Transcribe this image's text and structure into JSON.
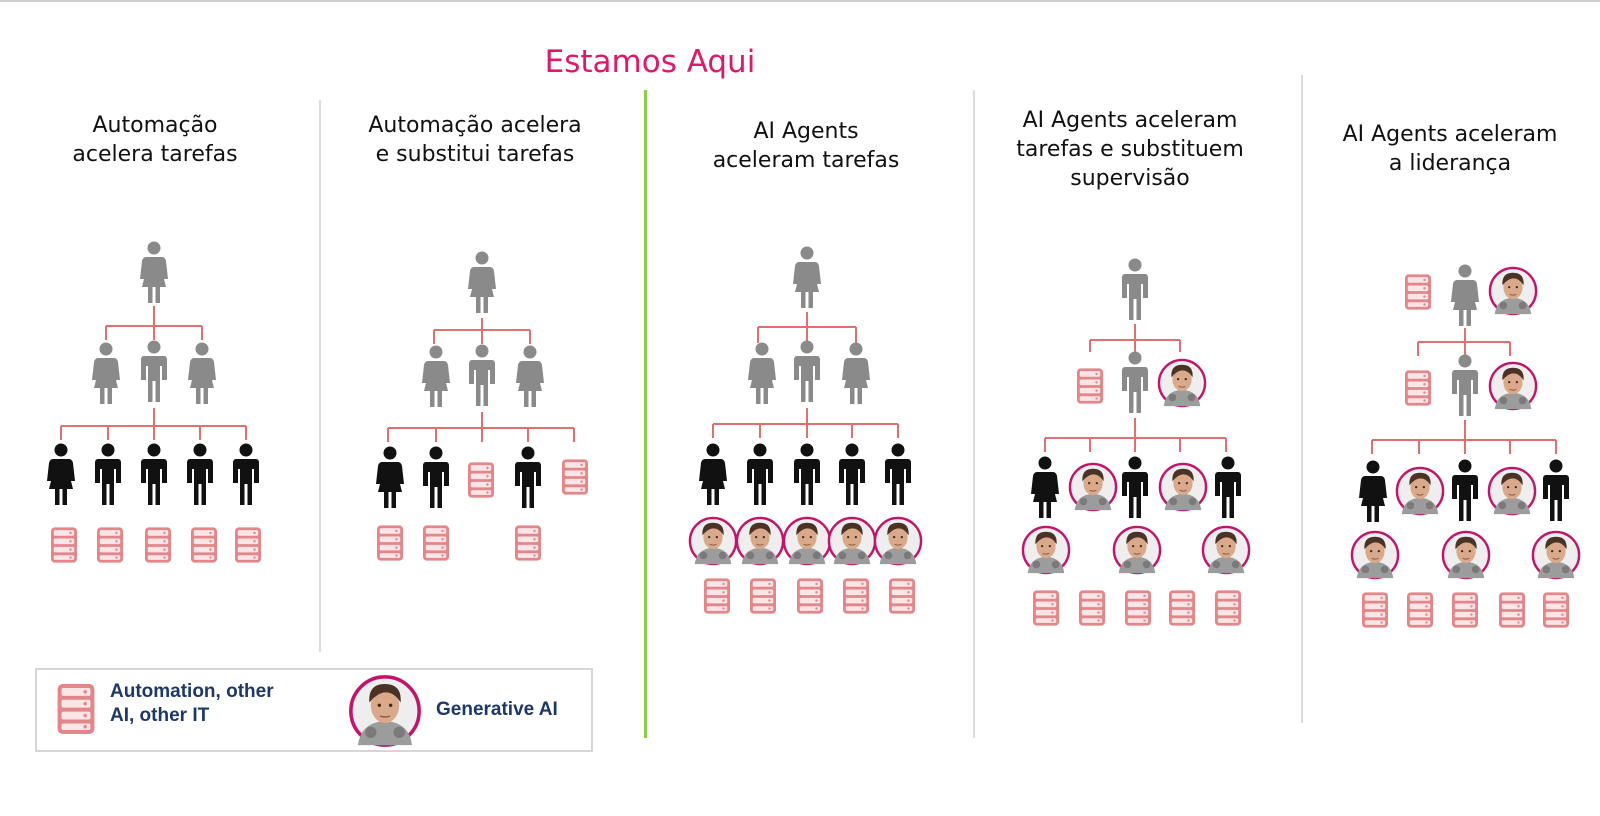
{
  "header": {
    "here_label": "Estamos Aqui"
  },
  "columns": [
    {
      "title": "Automação\nacelera tarefas"
    },
    {
      "title": "Automação acelera\ne substitui tarefas"
    },
    {
      "title": "AI Agents\naceleram tarefas"
    },
    {
      "title": "AI Agents aceleram\ntarefas e substituem\nsupervisão"
    },
    {
      "title": "AI Agents aceleram\na liderança"
    }
  ],
  "legend": {
    "automation_label": "Automation, other\nAI, other IT",
    "genai_label": "Generative AI"
  },
  "colors": {
    "accent_pink": "#e0186c",
    "connector": "#e07070",
    "server": "#e3868a",
    "gray_person": "#8a8a8a",
    "black_person": "#111111",
    "current_divider": "#8ccd4a",
    "legend_text": "#1d3868"
  },
  "icons": {
    "person": "person-icon",
    "server": "server-icon",
    "genai": "genai-avatar-icon"
  }
}
